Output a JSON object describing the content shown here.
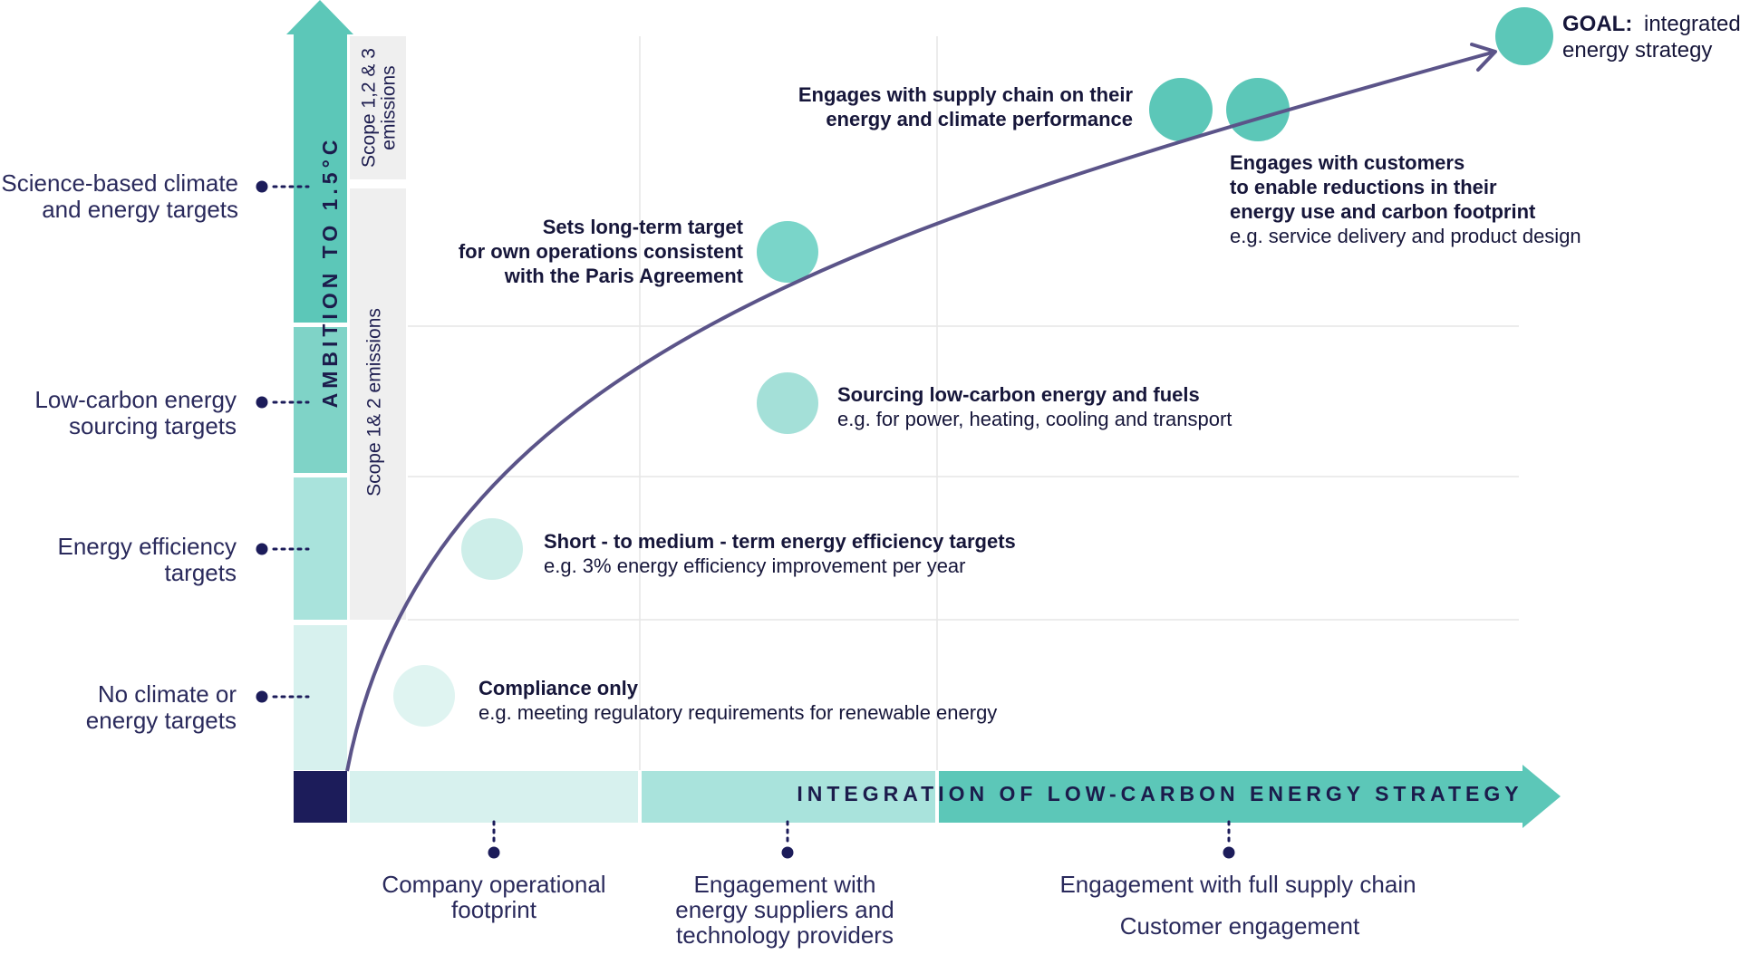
{
  "colors": {
    "navy": "#1c1c5a",
    "teal_strong": "#5cc7b8",
    "teal_mid": "#8ed9cf",
    "teal_light": "#b6e8e2",
    "teal_pale": "#d7f1ee",
    "scope_bg": "#efefef",
    "curve": "#5b5489",
    "grid": "#e6e6e6"
  },
  "y_axis": {
    "title": "AMBITION TO 1.5°C",
    "levels": [
      {
        "line1": "Science-based climate",
        "line2": "and energy targets"
      },
      {
        "line1": "Low-carbon energy",
        "line2": "sourcing targets"
      },
      {
        "line1": "Energy efficiency",
        "line2": "targets"
      },
      {
        "line1": "No climate or",
        "line2": "energy targets"
      }
    ],
    "scope_upper": {
      "line1": "Scope 1,2 & 3",
      "line2": "emissions"
    },
    "scope_lower": "Scope 1& 2 emissions"
  },
  "x_axis": {
    "title": "INTEGRATION OF LOW-CARBON ENERGY STRATEGY",
    "stages": [
      {
        "line1": "Company operational",
        "line2": "footprint",
        "line3": ""
      },
      {
        "line1": "Engagement with",
        "line2": "energy suppliers and",
        "line3": "technology providers"
      },
      {
        "line1": "Engagement with full supply chain",
        "line2": "Customer engagement",
        "line3": ""
      }
    ]
  },
  "milestones": {
    "compliance": {
      "title": "Compliance only",
      "sub": "e.g. meeting regulatory requirements for renewable energy"
    },
    "efficiency": {
      "title": "Short - to medium - term energy efficiency targets",
      "sub": "e.g. 3% energy efficiency improvement per year"
    },
    "sourcing": {
      "title": "Sourcing low-carbon energy and fuels",
      "sub": "e.g. for power, heating, cooling and transport"
    },
    "longterm": {
      "line1": "Sets long-term target",
      "line2": "for own operations consistent",
      "line3": "with the Paris Agreement"
    },
    "supply": {
      "line1": "Engages with supply chain on their",
      "line2": "energy and climate performance"
    },
    "customers": {
      "line1": "Engages with customers",
      "line2": "to enable reductions in their",
      "line3": "energy use and carbon footprint",
      "sub": "e.g. service delivery and product design"
    },
    "goal": {
      "label": "GOAL:",
      "line1": "integrated",
      "line2": "energy strategy"
    }
  }
}
